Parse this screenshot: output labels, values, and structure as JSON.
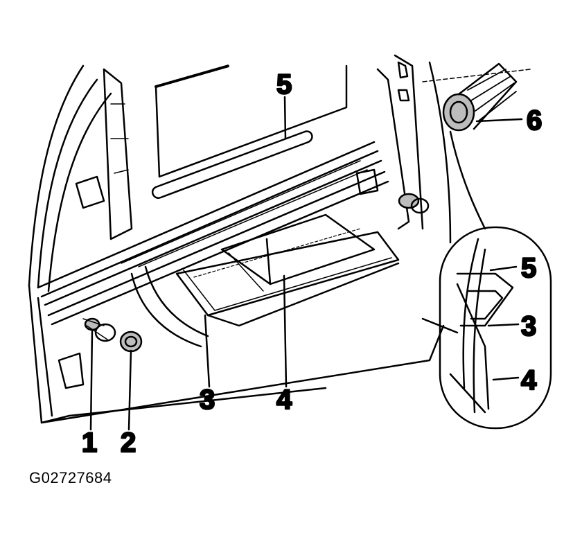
{
  "figure_id": "G02727684",
  "callouts": {
    "main": {
      "c1": "1",
      "c2": "2",
      "c3": "3",
      "c4": "4",
      "c5": "5",
      "c6": "6"
    },
    "inset": {
      "c5": "5",
      "c3": "3",
      "c4": "4"
    }
  },
  "colors": {
    "line": "#000000",
    "background": "#ffffff",
    "shade": "#bdbdbd"
  }
}
